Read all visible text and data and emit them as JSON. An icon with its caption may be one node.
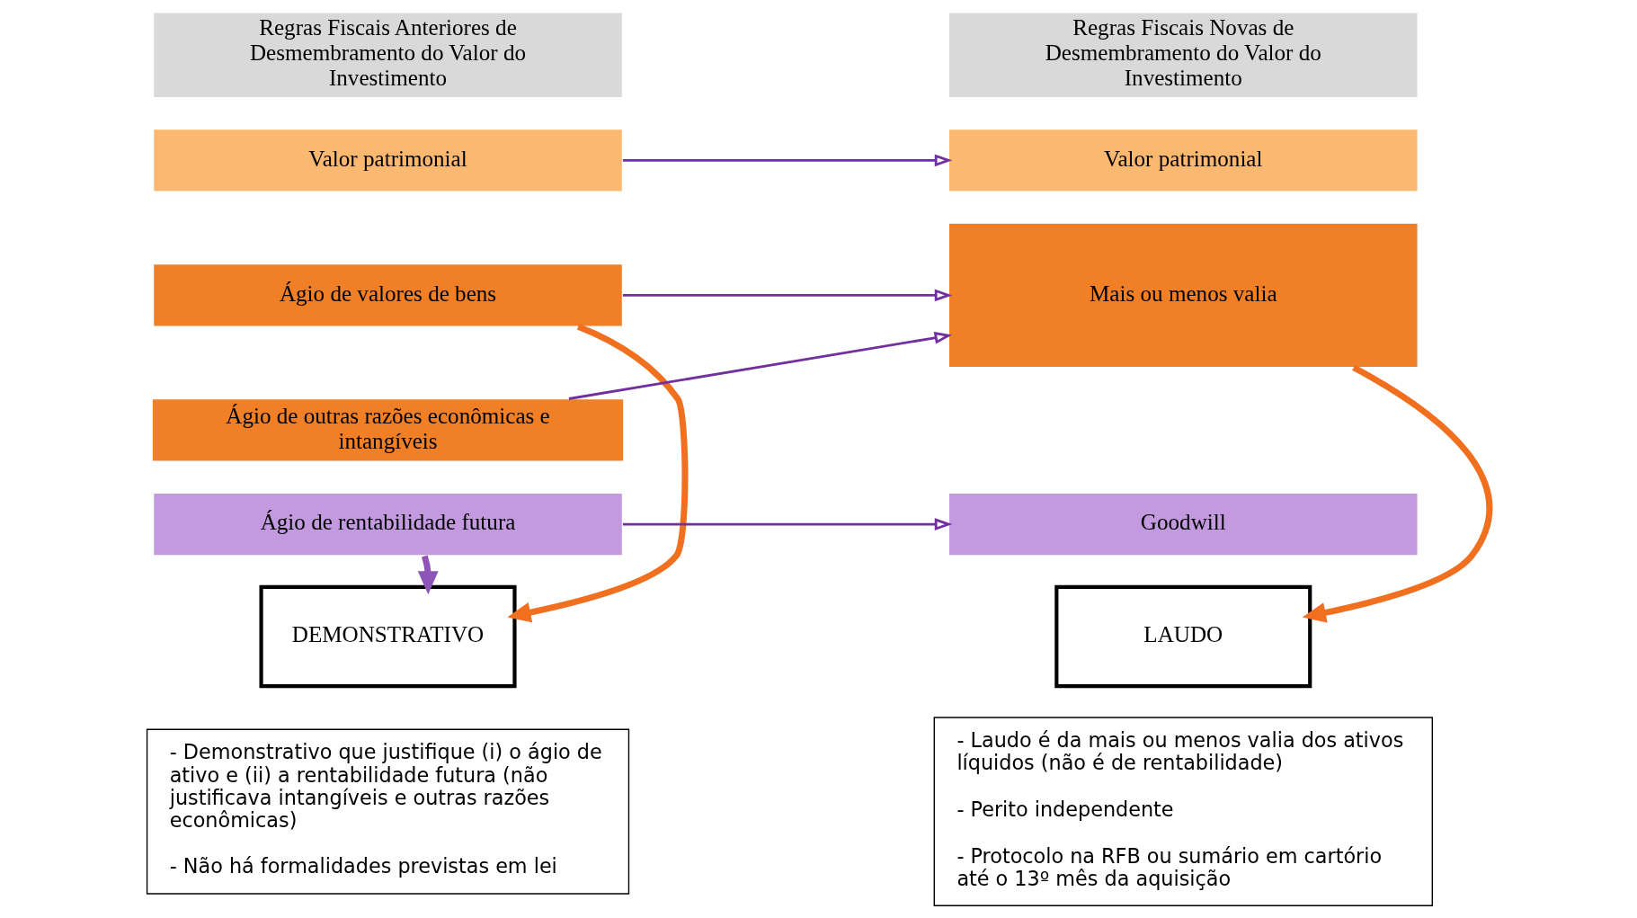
{
  "diagram": {
    "nodes": [
      {
        "text": [
          "Regras Fiscais Anteriores de Desmembramento do Valor do Investimento"
        ]
      },
      {
        "text": [
          "Valor patrimonial"
        ]
      },
      {
        "text": [
          "Ágio de valores de bens"
        ]
      },
      {
        "text": [
          "Ágio de outras razões econômicas e intangíveis"
        ]
      },
      {
        "text": [
          "Ágio de rentabilidade futura"
        ]
      },
      {
        "text": [
          "Regras Fiscais Novas de Desmembramento do Valor do Investimento"
        ]
      },
      {
        "text": [
          "Valor patrimonial"
        ]
      },
      {
        "text": [
          "Mais ou menos valia"
        ]
      },
      {
        "text": [
          "Goodwill"
        ]
      },
      {
        "text": [
          "DEMONSTRATIVO"
        ]
      },
      {
        "text": [
          "LAUDO"
        ]
      },
      {
        "text": [
          "- Demonstrativo que justifique (i) o ágio de ativo e (ii) a rentabilidade futura (não justificava intangíveis e outras razões econômicas)",
          "- Não há formalidades previstas em lei"
        ]
      },
      {
        "text": [
          "- Laudo é da mais ou menos valia dos ativos líquidos (não é de rentabilidade)",
          "- Perito independente",
          "- Protocolo na RFB ou sumário em cartório até o 13º mês da aquisição"
        ]
      }
    ],
    "edges": [
      {
        "from": 1,
        "to": 6,
        "arrow": "to"
      },
      {
        "from": 2,
        "to": 7,
        "arrow": "to"
      },
      {
        "from": 3,
        "to": 7,
        "arrow": "to"
      },
      {
        "from": 4,
        "to": 8,
        "arrow": "to"
      },
      {
        "from": 2,
        "to": 9,
        "arrow": "to",
        "style": "thick",
        "color": "#f07020"
      },
      {
        "from": 4,
        "to": 9,
        "arrow": "to",
        "style": "thick",
        "color": "#8e55b8"
      },
      {
        "from": 7,
        "to": 10,
        "arrow": "to",
        "style": "thick",
        "color": "#f07020"
      }
    ]
  }
}
